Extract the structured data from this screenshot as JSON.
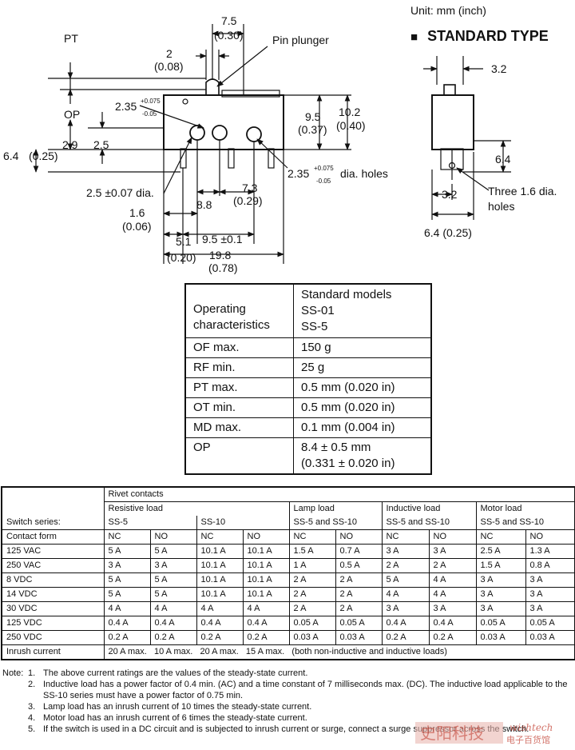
{
  "header": {
    "unit": "Unit: mm (inch)",
    "type_bullet": "■",
    "type_title": "STANDARD TYPE"
  },
  "drawing": {
    "front": {
      "pt": "PT",
      "op": "OP",
      "d7_5": "7.5",
      "d0_30": "(0.30)",
      "d2": "2",
      "d0_08": "(0.08)",
      "pin_plunger": "Pin plunger",
      "d2_35": "2.35",
      "tol_plus": "+0.075",
      "tol_minus": "-0.05",
      "d9_5": "9.5",
      "d0_37": "(0.37)",
      "d10_2": "10.2",
      "d0_40": "(0.40)",
      "d6_4": "6.4",
      "d0_25": "(0.25)",
      "d2_9": "2.9",
      "d2_5": "2.5",
      "d2_35b": "2.35",
      "tol_plus_b": "+0.075",
      "tol_minus_b": "-0.05",
      "dia_holes": "dia. holes",
      "d7_3": "7.3",
      "d0_29": "(0.29)",
      "d2_5dia": "2.5 ±0.07 dia.",
      "d8_8": "8.8",
      "d1_6": "1.6",
      "d0_06": "(0.06)",
      "d5_1": "5.1",
      "d9_5pm": "9.5 ±0.1",
      "d0_20": "(0.20)",
      "d19_8": "19.8",
      "d0_78": "(0.78)"
    },
    "side": {
      "d3_2top": "3.2",
      "d6_4": "6.4",
      "d3_2": "3.2",
      "holes1": "Three 1.6 dia.",
      "holes2": "holes",
      "d6_4b": "6.4 (0.25)"
    }
  },
  "op_table": {
    "header_left_1": "Operating",
    "header_left_2": "characteristics",
    "header_right_1": "Standard models",
    "header_right_2": "SS-01",
    "header_right_3": "SS-5",
    "rows": [
      {
        "label": "OF max.",
        "value": "150 g",
        "value2": ""
      },
      {
        "label": "RF min.",
        "value": "25 g",
        "value2": ""
      },
      {
        "label": "PT max.",
        "value": "0.5 mm (0.020 in)",
        "value2": ""
      },
      {
        "label": "OT min.",
        "value": "0.5 mm (0.020 in)",
        "value2": ""
      },
      {
        "label": "MD max.",
        "value": "0.1 mm (0.004 in)",
        "value2": ""
      },
      {
        "label": "OP",
        "value": "8.4 ± 0.5 mm",
        "value2": "(0.331 ± 0.020 in)"
      }
    ]
  },
  "ratings": {
    "rivet_contacts": "Rivet contacts",
    "resistive_load": "Resistive load",
    "lamp_load": "Lamp load",
    "inductive_load": "Inductive load",
    "motor_load": "Motor load",
    "switch_series": "Switch series:",
    "ss5": "SS-5",
    "ss10": "SS-10",
    "ss5_and_ss10": "SS-5 and SS-10",
    "contact_form": "Contact form",
    "nc": "NC",
    "no": "NO",
    "rows": [
      [
        "125 VAC",
        "5 A",
        "5 A",
        "10.1 A",
        "10.1 A",
        "1.5 A",
        "0.7 A",
        "3 A",
        "3 A",
        "2.5 A",
        "1.3 A"
      ],
      [
        "250 VAC",
        "3 A",
        "3 A",
        "10.1 A",
        "10.1 A",
        "1 A",
        "0.5 A",
        "2 A",
        "2 A",
        "1.5 A",
        "0.8 A"
      ],
      [
        "8 VDC",
        "5 A",
        "5 A",
        "10.1 A",
        "10.1 A",
        "2 A",
        "2 A",
        "5 A",
        "4 A",
        "3 A",
        "3 A"
      ],
      [
        "14 VDC",
        "5 A",
        "5 A",
        "10.1 A",
        "10.1 A",
        "2 A",
        "2 A",
        "4 A",
        "4 A",
        "3 A",
        "3 A"
      ],
      [
        "30 VDC",
        "4 A",
        "4 A",
        "4 A",
        "4 A",
        "2 A",
        "2 A",
        "3 A",
        "3 A",
        "3 A",
        "3 A"
      ],
      [
        "125 VDC",
        "0.4 A",
        "0.4 A",
        "0.4 A",
        "0.4 A",
        "0.05 A",
        "0.05 A",
        "0.4 A",
        "0.4 A",
        "0.05 A",
        "0.05 A"
      ],
      [
        "250 VDC",
        "0.2 A",
        "0.2 A",
        "0.2 A",
        "0.2 A",
        "0.03 A",
        "0.03 A",
        "0.2 A",
        "0.2 A",
        "0.03 A",
        "0.03 A"
      ]
    ],
    "inrush_label": "Inrush current",
    "inrush_value": "20 A max.   10 A max.   20 A max.   15 A max.   (both non-inductive and inductive loads)"
  },
  "notes": {
    "label": "Note:",
    "items": [
      {
        "num": "1.",
        "text": "The above current ratings are the values of the steady-state current."
      },
      {
        "num": "2.",
        "text": "Inductive load has a power factor of 0.4 min. (AC) and a time constant of 7 milliseconds max. (DC). The inductive load applicable to the SS-10 series must have a power factor of 0.75 min."
      },
      {
        "num": "3.",
        "text": "Lamp load has an inrush current of 10 times the steady-state current."
      },
      {
        "num": "4.",
        "text": "Motor load has an inrush current of 6 times the steady-state current."
      },
      {
        "num": "5.",
        "text": "If the switch is used in a DC circuit and is subjected to inrush current or surge, connect a surge suppressor across the switch."
      }
    ]
  },
  "watermark": {
    "line1": "wishtech",
    "line2": "电子百货馆",
    "chinese": "史阳科技",
    "color": "#c0392b"
  }
}
